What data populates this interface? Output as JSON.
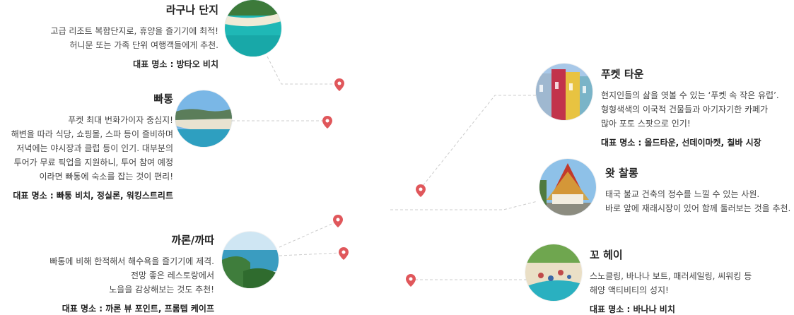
{
  "colors": {
    "pin": "#e0575b",
    "line": "#cccccc"
  },
  "areas": {
    "lagoon": {
      "name": "라구나 단지",
      "desc": "고급 리조트 복합단지로, 휴양을 즐기기에 최적!\n허니문 또는 가족 단위 여행객들에게 추천.",
      "rep": "대표 명소 : 방타오 비치"
    },
    "patong": {
      "name": "빠통",
      "desc": "푸켓 최대 번화가이자 중심지!\n해변을 따라 식당, 쇼핑몰, 스파 등이 즐비하며\n저녁에는 야시장과 클럽 등이 인기. 대부분의\n투어가 무료 픽업을 지원하니, 투어 참여 예정\n이라면 빠통에 숙소를 잡는 것이 편리!",
      "rep": "대표 명소 : 빠통 비치, 정실론, 워킹스트리트"
    },
    "karon": {
      "name": "까론/까따",
      "desc": "빠통에 비해 한적해서 해수욕을 즐기기에 제격.\n전망 좋은 레스토랑에서\n노을을 감상해보는 것도 추천!",
      "rep": "대표 명소 : 까론 뷰 포인트, 프롬텝 케이프"
    },
    "phuket_town": {
      "name": "푸켓 타운",
      "desc": "현지인들의 삶을 엿볼 수 있는 ‘푸켓 속 작은 유럽’.\n형형색색의 이국적 건물들과  아기자기한 카페가\n많아 포토 스팟으로 인기!",
      "rep": "대표 명소 : 올드타운, 선데이마켓, 칠바 시장"
    },
    "wat_chalong": {
      "name": "왓 찰롱",
      "desc": "태국 불교 건축의 정수를 느낄 수 있는 사원.\n바로 앞에 재래시장이 있어 함께 둘러보는 것을 추천."
    },
    "kohey": {
      "name": "꼬 헤이",
      "desc": "스노클링, 바나나 보트, 패러세일링, 씨워킹 등\n해양 액티비티의 성지!",
      "rep": "대표 명소 : 바나나 비치"
    }
  }
}
